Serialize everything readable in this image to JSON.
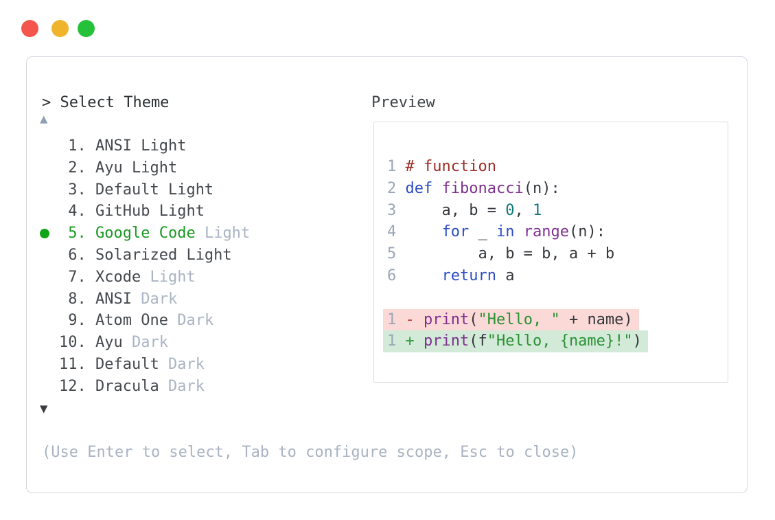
{
  "window": {
    "traffic_lights": [
      {
        "name": "close",
        "color": "#f4554d"
      },
      {
        "name": "minimize",
        "color": "#f0b42b"
      },
      {
        "name": "zoom",
        "color": "#25c13b"
      }
    ]
  },
  "header": {
    "prompt": "> Select Theme",
    "preview_label": "Preview"
  },
  "scroll": {
    "up_icon": "▲",
    "down_icon": "▼"
  },
  "theme_list": {
    "selected_index": 5,
    "items": [
      {
        "number": " 1.",
        "number_color": "default",
        "selected": false,
        "segments": [
          {
            "text": " ANSI Light",
            "color": "default"
          }
        ]
      },
      {
        "number": " 2.",
        "number_color": "default",
        "selected": false,
        "segments": [
          {
            "text": " Ayu Light",
            "color": "default"
          }
        ]
      },
      {
        "number": " 3.",
        "number_color": "default",
        "selected": false,
        "segments": [
          {
            "text": " Default Light",
            "color": "default"
          }
        ]
      },
      {
        "number": " 4.",
        "number_color": "default",
        "selected": false,
        "segments": [
          {
            "text": " GitHub Light",
            "color": "default"
          }
        ]
      },
      {
        "number": " 5.",
        "number_color": "selected",
        "selected": true,
        "segments": [
          {
            "text": " Google Code",
            "color": "selected"
          },
          {
            "text": " Light",
            "color": "muted"
          }
        ]
      },
      {
        "number": " 6.",
        "number_color": "default",
        "selected": false,
        "segments": [
          {
            "text": " Solarized Light",
            "color": "default"
          }
        ]
      },
      {
        "number": " 7.",
        "number_color": "default",
        "selected": false,
        "segments": [
          {
            "text": " Xcode",
            "color": "default"
          },
          {
            "text": " Light",
            "color": "muted"
          }
        ]
      },
      {
        "number": " 8.",
        "number_color": "default",
        "selected": false,
        "segments": [
          {
            "text": " ANSI",
            "color": "default"
          },
          {
            "text": " Dark",
            "color": "muted"
          }
        ]
      },
      {
        "number": " 9.",
        "number_color": "default",
        "selected": false,
        "segments": [
          {
            "text": " Atom One",
            "color": "default"
          },
          {
            "text": " Dark",
            "color": "muted"
          }
        ]
      },
      {
        "number": "10.",
        "number_color": "default",
        "selected": false,
        "segments": [
          {
            "text": " Ayu",
            "color": "default"
          },
          {
            "text": " Dark",
            "color": "muted"
          }
        ]
      },
      {
        "number": "11.",
        "number_color": "default",
        "selected": false,
        "segments": [
          {
            "text": " Default",
            "color": "default"
          },
          {
            "text": " Dark",
            "color": "muted"
          }
        ]
      },
      {
        "number": "12.",
        "number_color": "default",
        "selected": false,
        "segments": [
          {
            "text": " Dracula",
            "color": "default"
          },
          {
            "text": " Dark",
            "color": "muted"
          }
        ]
      }
    ]
  },
  "preview": {
    "theme_colors": {
      "comment": "#9b2d25",
      "keyword": "#2c4dc5",
      "function_name": "#7e2f90",
      "literal": "#0f767b",
      "string": "#2a9132",
      "diff_removed_bg": "#fbd9d7",
      "diff_added_bg": "#d3ead9"
    },
    "code_lines": [
      {
        "num": "1",
        "diff": null,
        "tokens": [
          {
            "t": "# function",
            "c": "comment"
          }
        ]
      },
      {
        "num": "2",
        "diff": null,
        "tokens": [
          {
            "t": "def",
            "c": "keyword"
          },
          {
            "t": " ",
            "c": "plain"
          },
          {
            "t": "fibonacci",
            "c": "name"
          },
          {
            "t": "(n):",
            "c": "plain"
          }
        ]
      },
      {
        "num": "3",
        "diff": null,
        "tokens": [
          {
            "t": "    a, b = ",
            "c": "plain"
          },
          {
            "t": "0",
            "c": "literal"
          },
          {
            "t": ", ",
            "c": "plain"
          },
          {
            "t": "1",
            "c": "literal"
          }
        ]
      },
      {
        "num": "4",
        "diff": null,
        "tokens": [
          {
            "t": "    ",
            "c": "plain"
          },
          {
            "t": "for",
            "c": "keyword"
          },
          {
            "t": " _ ",
            "c": "plain"
          },
          {
            "t": "in",
            "c": "keyword"
          },
          {
            "t": " ",
            "c": "plain"
          },
          {
            "t": "range",
            "c": "name"
          },
          {
            "t": "(n):",
            "c": "plain"
          }
        ]
      },
      {
        "num": "5",
        "diff": null,
        "tokens": [
          {
            "t": "        a, b = b, a + b",
            "c": "plain"
          }
        ]
      },
      {
        "num": "6",
        "diff": null,
        "tokens": [
          {
            "t": "    ",
            "c": "plain"
          },
          {
            "t": "return",
            "c": "keyword"
          },
          {
            "t": " a",
            "c": "plain"
          }
        ]
      },
      {
        "num": "",
        "diff": null,
        "tokens": []
      },
      {
        "num": "1",
        "diff": "removed",
        "tokens": [
          {
            "t": "- ",
            "c": "dminus"
          },
          {
            "t": "print",
            "c": "name"
          },
          {
            "t": "(",
            "c": "plain"
          },
          {
            "t": "\"Hello, \"",
            "c": "string"
          },
          {
            "t": " + name)",
            "c": "plain"
          }
        ]
      },
      {
        "num": "1",
        "diff": "added",
        "tokens": [
          {
            "t": "+ ",
            "c": "dplus"
          },
          {
            "t": "print",
            "c": "name"
          },
          {
            "t": "(f",
            "c": "plain"
          },
          {
            "t": "\"Hello, {name}!\"",
            "c": "string"
          },
          {
            "t": ")",
            "c": "plain"
          }
        ]
      }
    ]
  },
  "footer": {
    "hint": "(Use Enter to select, Tab to configure scope, Esc to close)"
  }
}
